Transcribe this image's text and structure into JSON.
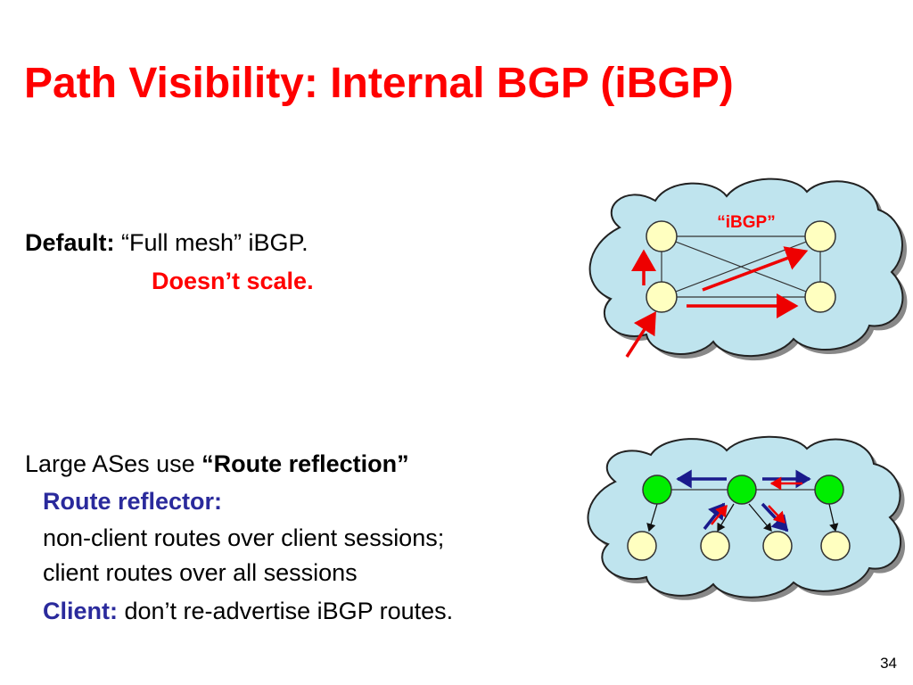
{
  "slide": {
    "title": "Path Visibility: Internal BGP (iBGP)",
    "page_number": "34"
  },
  "default_section": {
    "label": "Default:",
    "text": "“Full mesh” iBGP.",
    "warning": "Doesn’t scale."
  },
  "rr_section": {
    "intro": "Large ASes use ",
    "intro_bold": "“Route reflection”",
    "reflector_label": "Route reflector:",
    "line1": "non-client routes over client sessions;",
    "line2": "client routes over all sessions",
    "client_label": "Client:",
    "client_text": " don’t re-advertise iBGP routes."
  },
  "diagram_mesh": {
    "label": "“iBGP”"
  },
  "colors": {
    "title": "#ff0000",
    "cloud_fill": "#bfe4ee",
    "cloud_stroke": "#222222",
    "router_yellow": "#ffffc0",
    "reflector_green": "#00ee00",
    "arrow_red": "#ee0000",
    "arrow_navy": "#1a1a8c",
    "text_navy": "#2a2a9c"
  }
}
